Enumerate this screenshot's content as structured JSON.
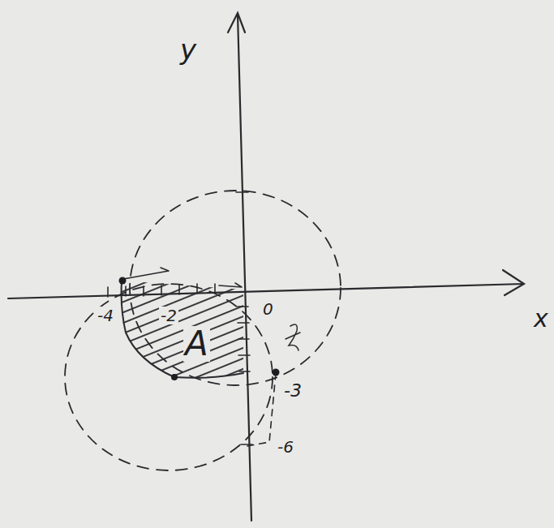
{
  "diagram": {
    "labels": [
      "y",
      "x",
      "-4",
      "-2",
      "0",
      "-3",
      "-6",
      "A"
    ]
  }
}
